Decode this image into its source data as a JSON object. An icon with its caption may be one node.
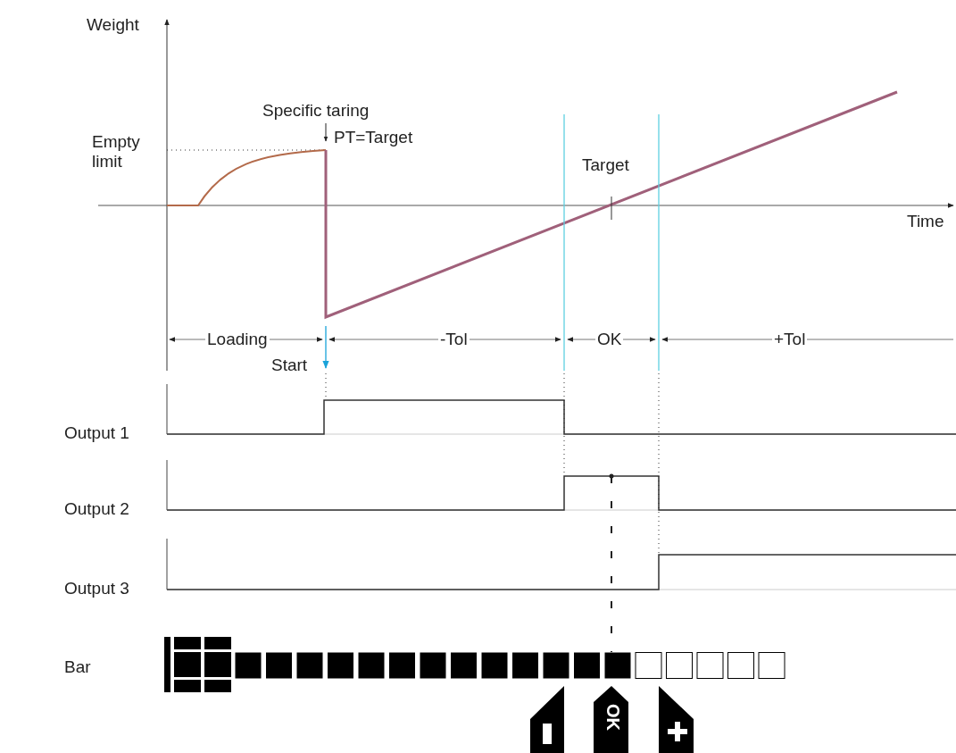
{
  "diagram": {
    "labels": [
      "Weight",
      "Specific taring",
      "PT=Target",
      "Empty limit",
      "Target",
      "Time",
      "Loading",
      "-Tol",
      "OK",
      "+Tol",
      "Start",
      "Output 1",
      "Output 2",
      "Output 3",
      "Bar",
      "OK"
    ]
  }
}
